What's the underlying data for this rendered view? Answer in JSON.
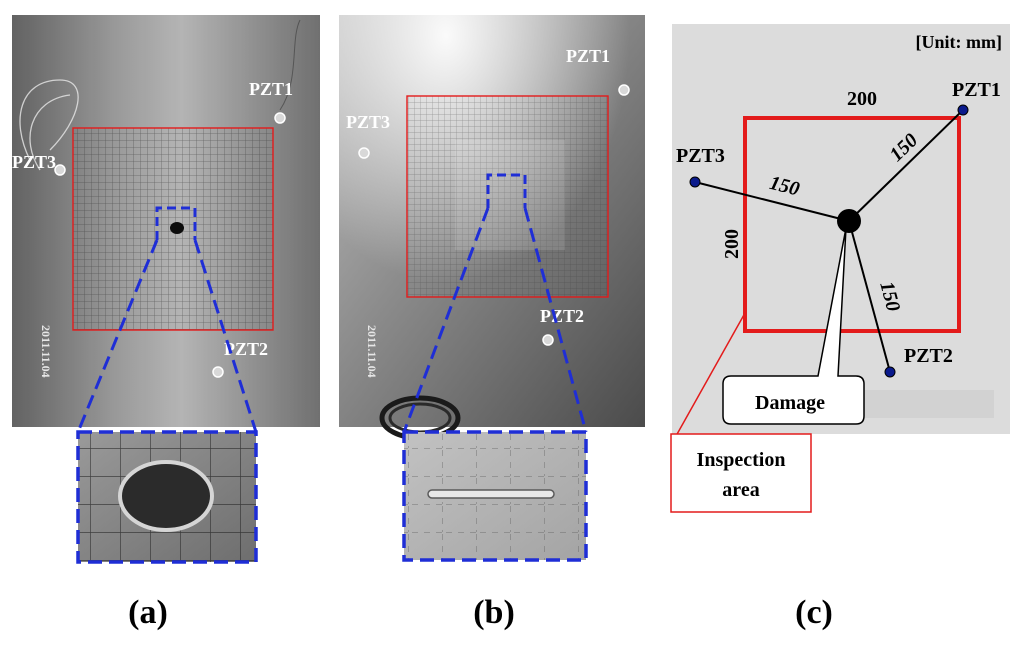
{
  "panel_a": {
    "photo_labels": {
      "pzt1": "PZT1",
      "pzt2": "PZT2",
      "pzt3": "PZT3"
    },
    "date_stamp": "2011.11.04",
    "caption": "(a)"
  },
  "panel_b": {
    "photo_labels": {
      "pzt1": "PZT1",
      "pzt2": "PZT2",
      "pzt3": "PZT3"
    },
    "date_stamp": "2011.11.04",
    "caption": "(b)"
  },
  "panel_c": {
    "unit_label": "[Unit: mm]",
    "sensors": {
      "pzt1": "PZT1",
      "pzt2": "PZT2",
      "pzt3": "PZT3"
    },
    "dimensions": {
      "top_width": "200",
      "left_height": "200",
      "dist_pzt1": "150",
      "dist_pzt2": "150",
      "dist_pzt3": "150"
    },
    "damage_callout": "Damage",
    "inspection_label_line1": "Inspection",
    "inspection_label_line2": "area",
    "caption": "(c)"
  },
  "colors": {
    "inspection_outline": "#e31b1b",
    "zoom_outline": "#1f2ed6",
    "sensor_dot": "#0a1a8c",
    "diagram_background": "#dcdcdc"
  }
}
